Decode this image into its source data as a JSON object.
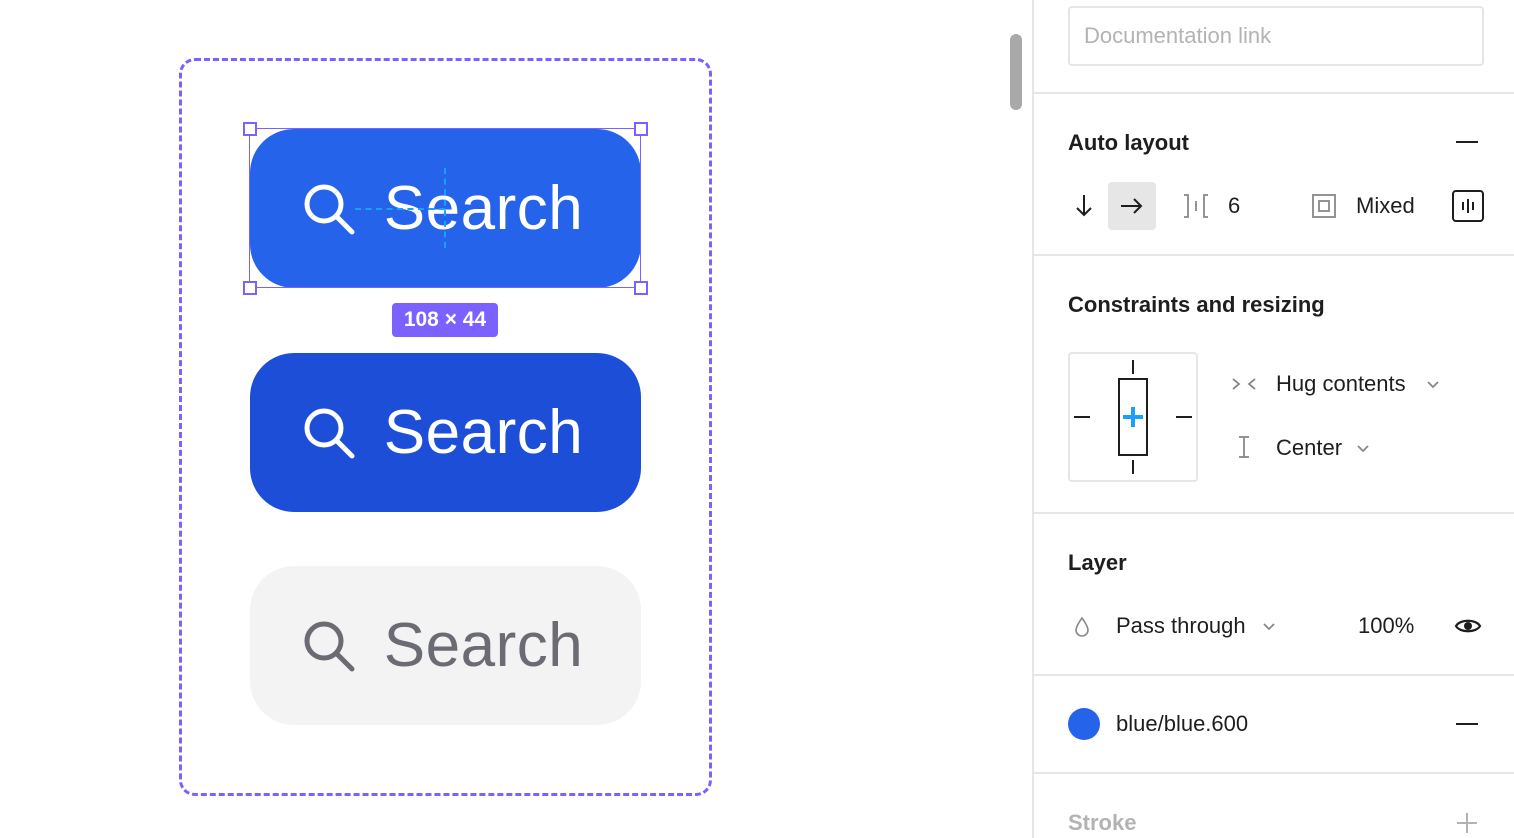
{
  "canvas": {
    "selection_size": "108 × 44",
    "buttons": [
      {
        "state": "default",
        "label": "Search",
        "icon": "search-icon"
      },
      {
        "state": "hover",
        "label": "Search",
        "icon": "search-icon"
      },
      {
        "state": "disabled",
        "label": "Search",
        "icon": "search-icon"
      }
    ]
  },
  "panel": {
    "documentation": {
      "value": "",
      "placeholder": "Documentation link"
    },
    "auto_layout": {
      "title": "Auto layout",
      "direction_icons": [
        "arrow-down-icon",
        "arrow-right-icon"
      ],
      "active_direction": "horizontal",
      "spacing": "6",
      "padding": "Mixed"
    },
    "constraints": {
      "title": "Constraints and resizing",
      "width_mode": "Hug contents",
      "height_mode": "Center"
    },
    "layer": {
      "title": "Layer",
      "blend_mode": "Pass through",
      "opacity": "100%"
    },
    "fill": {
      "name": "blue/blue.600"
    },
    "stroke": {
      "title": "Stroke"
    }
  },
  "colors": {
    "accent": "#7b61ff",
    "guide": "#18a0fb",
    "button_default": "#2563eb",
    "button_hover": "#1d4ed8",
    "button_disabled": "#f3f3f3",
    "disabled_text": "#6b6b73",
    "fill_swatch": "#2563eb"
  }
}
